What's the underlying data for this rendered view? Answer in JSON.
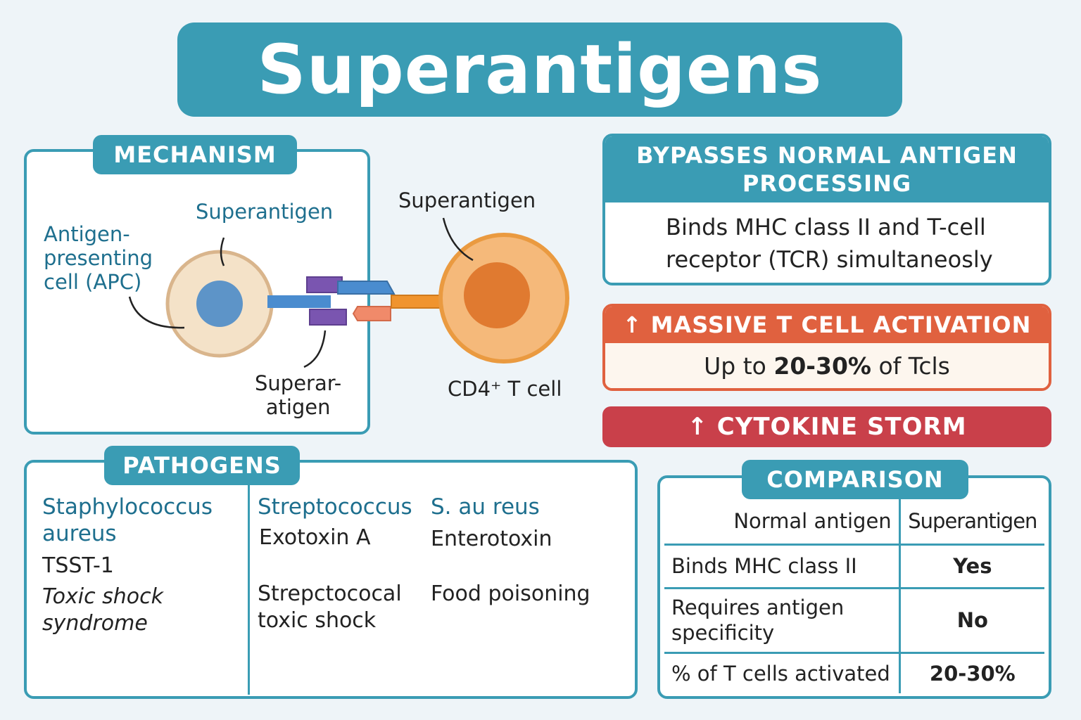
{
  "title": "Superantigens",
  "mechanism": {
    "tab_label": "MECHANISM",
    "apc_label": "Antigen-\npresenting\ncell (APC)",
    "superantigen_label_top": "Superantigen",
    "superantigen_label_bottom": "Superar-\natigen",
    "superantigen_label_right": "Superantigen",
    "tcell_label": "CD4⁺ T cell"
  },
  "bypasses": {
    "heading": "BYPASSES NORMAL ANTIGEN\nPROCESSING",
    "body": "Binds MHC class II and T-cell\nreceptor (TCR) simultaneosly"
  },
  "activation": {
    "heading": "↑ MASSIVE T CELL ACTIVATION",
    "body_prefix": "Up to ",
    "body_value": "20-30%",
    "body_suffix": " of Tcls"
  },
  "cytokine": {
    "heading": "↑ CYTOKINE STORM"
  },
  "pathogens": {
    "tab_label": "PATHOGENS",
    "col1": {
      "name": "Staphylococcus\naureus",
      "toxin": "TSST-1",
      "disease": "Toxic shock\nsyndrome"
    },
    "col2": {
      "name": "Streptococcus",
      "toxin": "Exotoxin A",
      "disease": "Strepctococal\ntoxic shock"
    },
    "col3": {
      "name": "S. au reus",
      "toxin": "Enterotoxin",
      "disease": "Food poisoning"
    }
  },
  "comparison": {
    "tab_label": "COMPARISON",
    "headers": [
      "Normal antigen",
      "Superantigen"
    ],
    "rows": [
      {
        "label": "Binds MHC class II",
        "value": "Yes"
      },
      {
        "label": "Requires antigen\nspecificity",
        "value": "No"
      },
      {
        "label": "% of T cells activated",
        "value": "20-30%"
      }
    ]
  },
  "colors": {
    "teal": "#3a9cb4",
    "orange_red": "#e0613f",
    "crimson": "#c9404a",
    "apc_outer": "#f4e2c8",
    "apc_nucleus": "#5d94c8",
    "tcell_outer": "#f5b97a",
    "tcell_nucleus": "#e07a30",
    "purple": "#7a55b0",
    "blue": "#4a8ccf"
  }
}
